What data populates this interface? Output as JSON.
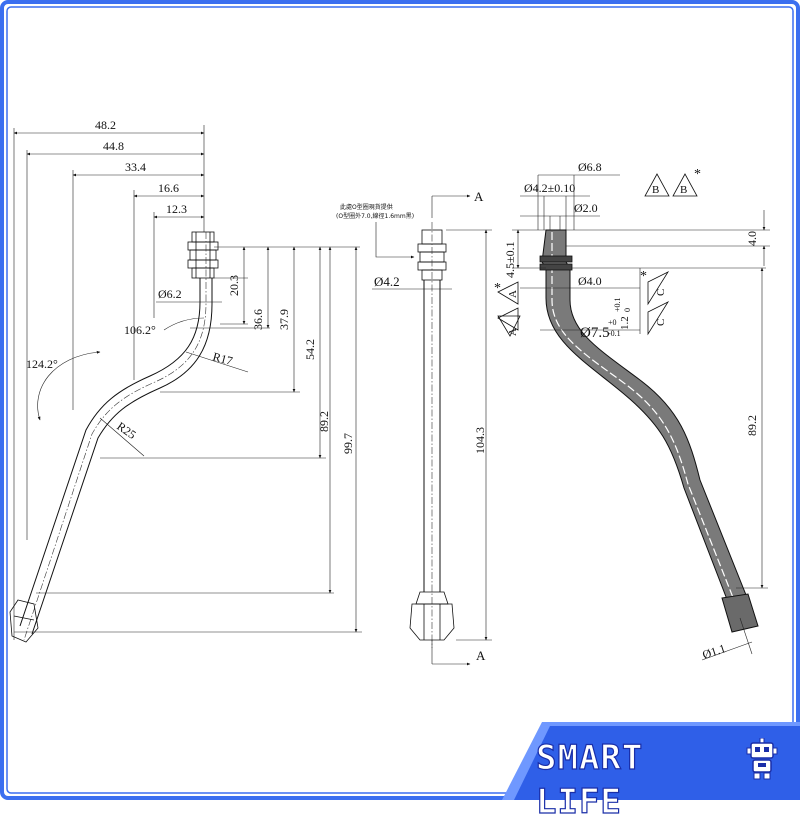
{
  "colors": {
    "frame": "#3b6ff0",
    "banner": "#2f5fe8",
    "banner_shade": "#6f98ff",
    "line": "#111111",
    "tube_fill": "#7a7a7a"
  },
  "brand": {
    "name": "SMART LIFE",
    "logo_icon": "robot-icon"
  },
  "left_view": {
    "top_dims": [
      "48.2",
      "44.8",
      "33.4",
      "16.6",
      "12.3"
    ],
    "vertical_dims": [
      "20.3",
      "36.6",
      "37.9",
      "54.2",
      "89.2",
      "99.7"
    ],
    "diameter": "Ø6.2",
    "angles": [
      "106.2°",
      "124.2°"
    ],
    "radii": [
      "R17",
      "R25"
    ]
  },
  "middle_view": {
    "note_line1": "此處O型圈現貨提供",
    "note_line2": "(O型圈外7.0,線徑1.6mm黑)",
    "diameter": "Ø4.2",
    "length": "104.3",
    "section_label": "A"
  },
  "right_view": {
    "dims": [
      "Ø6.8",
      "Ø4.2±0.10",
      "Ø2.0",
      "4.0",
      "4.5±0.1",
      "Ø4.0",
      "89.2",
      "Ø1.1"
    ],
    "od_main": "Ø7.5",
    "od_main_tol_upper": "+0",
    "od_main_tol_lower": "-0.1",
    "groove": "1.2",
    "groove_tol_upper": "+0.1",
    "groove_tol_lower": "0",
    "datums": [
      "B",
      "B",
      "A",
      "A",
      "C",
      "C"
    ],
    "asterisk": "*"
  }
}
